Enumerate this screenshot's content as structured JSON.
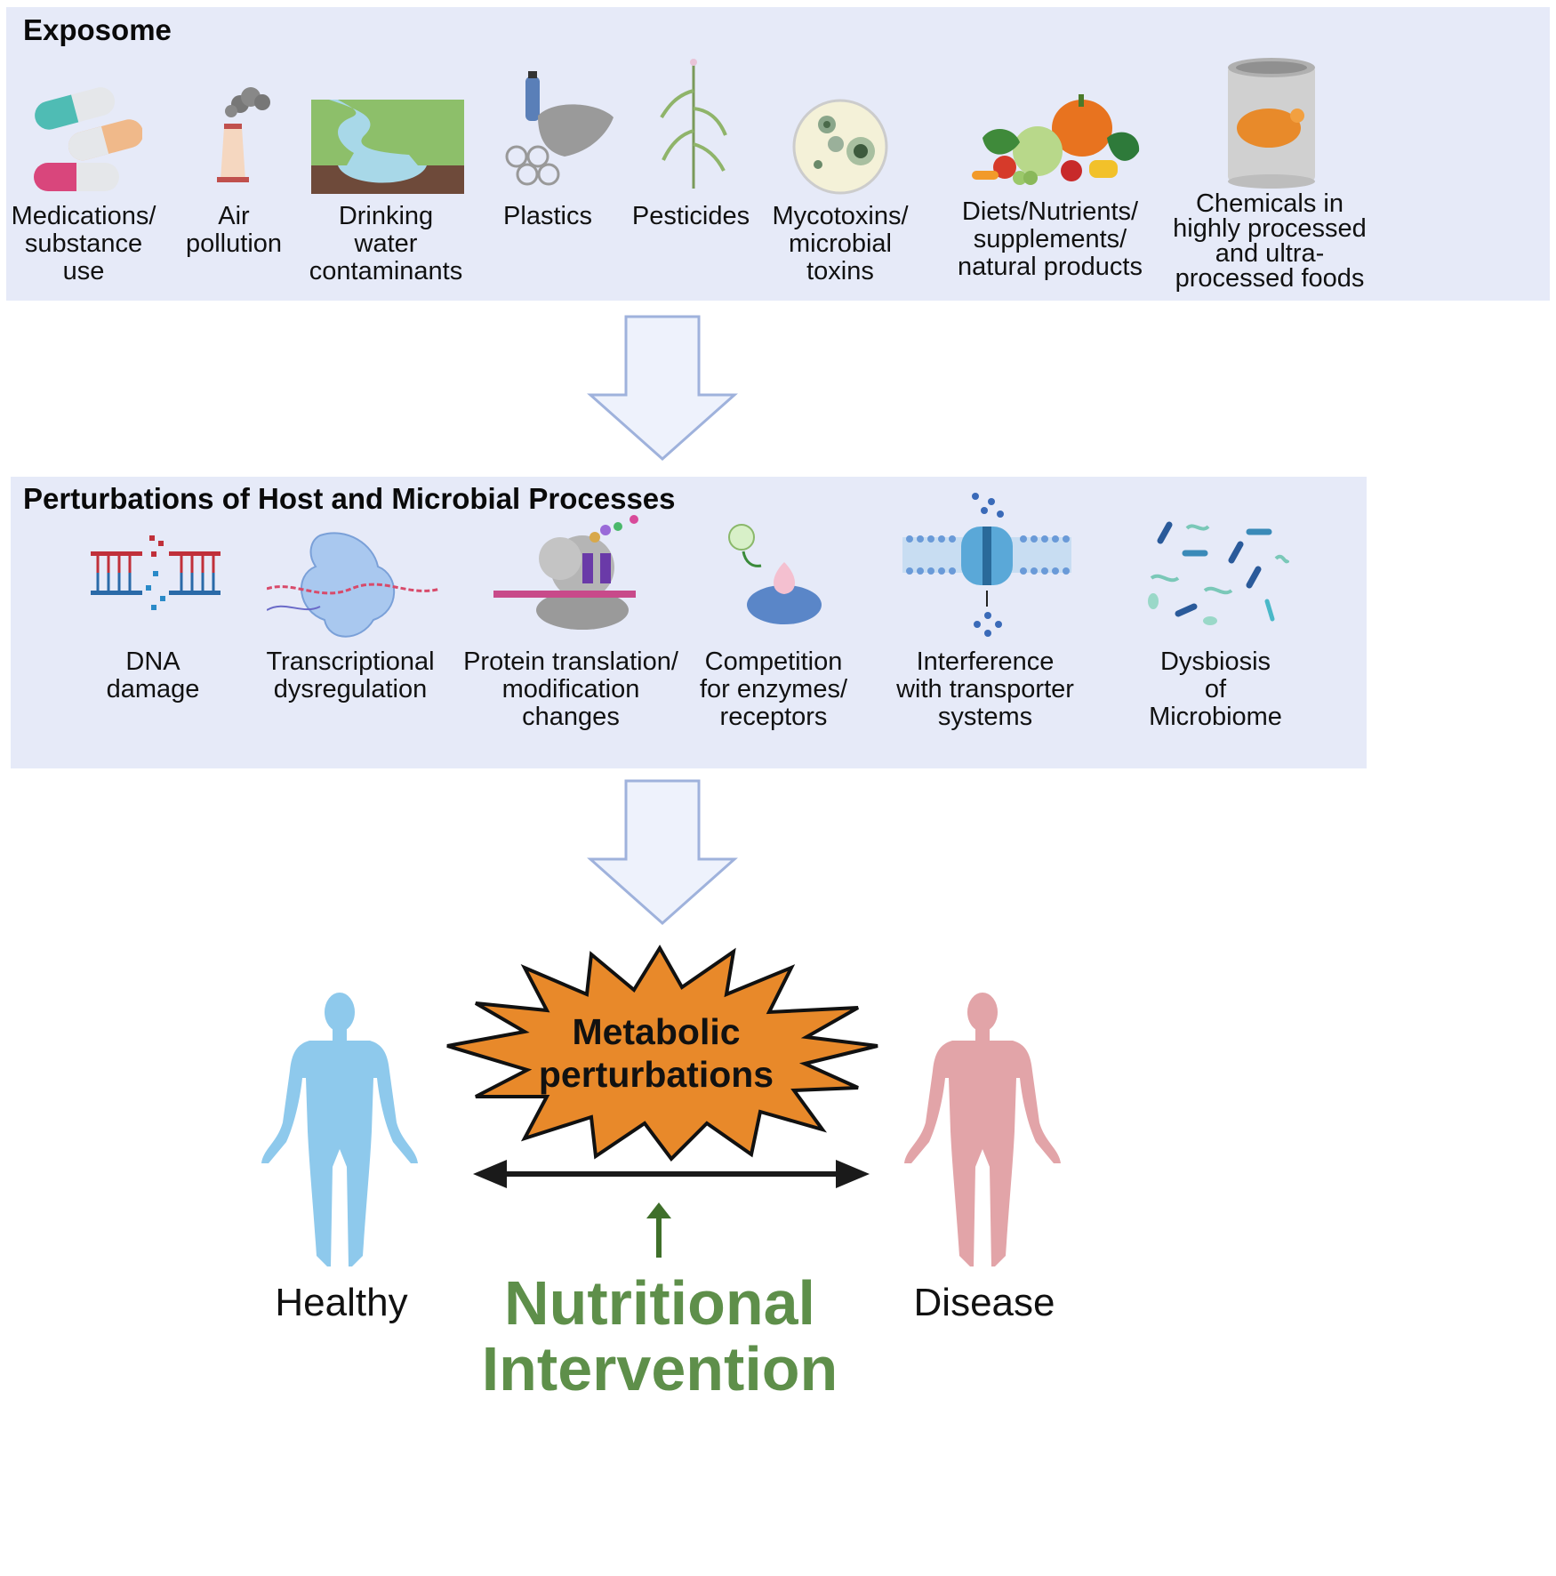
{
  "exposome": {
    "title": "Exposome",
    "items": [
      {
        "label": "Medications/\nsubstance\nuse",
        "icon": "capsules-icon"
      },
      {
        "label": "Air\npollution",
        "icon": "smokestack-icon"
      },
      {
        "label": "Drinking\nwater\ncontaminants",
        "icon": "river-icon"
      },
      {
        "label": "Plastics",
        "icon": "plastic-waste-icon"
      },
      {
        "label": "Pesticides",
        "icon": "crop-plant-icon"
      },
      {
        "label": "Mycotoxins/\nmicrobial\ntoxins",
        "icon": "petri-dish-icon"
      },
      {
        "label": "Diets/Nutrients/\nsupplements/\nnatural products",
        "icon": "vegetables-icon"
      },
      {
        "label": "Chemicals in\nhighly processed\nand ultra-\nprocessed foods",
        "icon": "canned-chicken-icon"
      }
    ]
  },
  "perturbations": {
    "title": "Perturbations of Host and Microbial Processes",
    "items": [
      {
        "label": "DNA\ndamage",
        "icon": "dna-damage-icon"
      },
      {
        "label": "Transcriptional\ndysregulation",
        "icon": "rna-polymerase-icon"
      },
      {
        "label": "Protein translation/\nmodification\nchanges",
        "icon": "ribosome-icon"
      },
      {
        "label": "Competition\nfor enzymes/\nreceptors",
        "icon": "receptor-binding-icon"
      },
      {
        "label": "Interference\nwith transporter\nsystems",
        "icon": "membrane-transporter-icon"
      },
      {
        "label": "Dysbiosis\nof\nMicrobiome",
        "icon": "bacteria-icon"
      }
    ]
  },
  "outcome": {
    "burst_text": "Metabolic\nperturbations",
    "healthy": "Healthy",
    "disease": "Disease",
    "intervention": "Nutritional\nIntervention"
  },
  "colors": {
    "panel": "#e6eaf8",
    "arrow_fill": "#eef2fc",
    "arrow_stroke": "#9fb2dc",
    "burst": "#e8892a",
    "healthy": "#8ec9ec",
    "disease": "#e2a4a8",
    "intervention": "#5e8f4a"
  }
}
